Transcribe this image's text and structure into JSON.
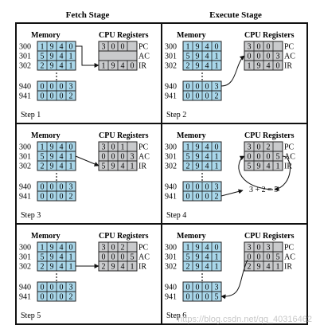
{
  "stage_titles": {
    "fetch": "Fetch Stage",
    "execute": "Execute Stage"
  },
  "headers": {
    "memory": "Memory",
    "cpu_registers": "CPU Registers"
  },
  "register_labels": [
    "PC",
    "AC",
    "IR"
  ],
  "memory_addresses": {
    "program": [
      "300",
      "301",
      "302"
    ],
    "data": [
      "940",
      "941"
    ]
  },
  "steps": [
    {
      "label": "Step 1",
      "memory_program": [
        "1940",
        "5941",
        "2941"
      ],
      "memory_data": [
        "0003",
        "0002"
      ],
      "registers": {
        "PC": "300",
        "AC": "",
        "IR": "1940"
      }
    },
    {
      "label": "Step 2",
      "memory_program": [
        "1940",
        "5941",
        "2941"
      ],
      "memory_data": [
        "0003",
        "0002"
      ],
      "registers": {
        "PC": "300",
        "AC": "0003",
        "IR": "1940"
      }
    },
    {
      "label": "Step 3",
      "memory_program": [
        "1940",
        "5941",
        "2941"
      ],
      "memory_data": [
        "0003",
        "0002"
      ],
      "registers": {
        "PC": "301",
        "AC": "0003",
        "IR": "5941"
      }
    },
    {
      "label": "Step 4",
      "memory_program": [
        "1940",
        "5941",
        "2941"
      ],
      "memory_data": [
        "0003",
        "0002"
      ],
      "registers": {
        "PC": "302",
        "AC": "0005",
        "IR": "5941"
      },
      "annotation": "3 + 2 = 5"
    },
    {
      "label": "Step 5",
      "memory_program": [
        "1940",
        "5941",
        "2941"
      ],
      "memory_data": [
        "0003",
        "0002"
      ],
      "registers": {
        "PC": "302",
        "AC": "0005",
        "IR": "2941"
      }
    },
    {
      "label": "Step 6",
      "memory_program": [
        "1940",
        "5941",
        "2941"
      ],
      "memory_data": [
        "0003",
        "0005"
      ],
      "registers": {
        "PC": "303",
        "AC": "0005",
        "IR": "2941"
      }
    }
  ],
  "watermark": "https://blog.csdn.net/qq_40316462",
  "colors": {
    "memory_cell": "#a9d7ea",
    "register_cell": "#c9cacc",
    "panel_border": "#222222",
    "grid_border": "#111111"
  }
}
